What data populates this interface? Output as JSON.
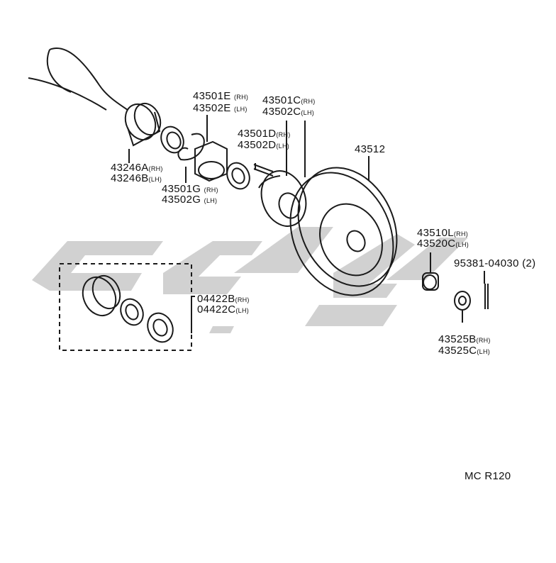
{
  "diagram": {
    "watermark_color": "#c9c9c9",
    "line_color": "#1a1a1a",
    "parts": [
      {
        "number": "43501E",
        "suffix": "(RH)"
      },
      {
        "number": "43502E",
        "suffix": "(LH)"
      },
      {
        "number": "43501C",
        "suffix": "(RH)"
      },
      {
        "number": "43502C",
        "suffix": "(LH)"
      },
      {
        "number": "43501D",
        "suffix": "(RH)"
      },
      {
        "number": "43502D",
        "suffix": "(LH)"
      },
      {
        "number": "43512",
        "suffix": ""
      },
      {
        "number": "43246A",
        "suffix": "(RH)"
      },
      {
        "number": "43246B",
        "suffix": "(LH)"
      },
      {
        "number": "43501G",
        "suffix": "(RH)"
      },
      {
        "number": "43502G",
        "suffix": "(LH)"
      },
      {
        "number": "43510L",
        "suffix": "(RH)"
      },
      {
        "number": "43520C",
        "suffix": "(LH)"
      },
      {
        "number": "95381-04030",
        "suffix": "(2)"
      },
      {
        "number": "04422B",
        "suffix": "(RH)"
      },
      {
        "number": "04422C",
        "suffix": "(LH)"
      },
      {
        "number": "43525B",
        "suffix": "(RH)"
      },
      {
        "number": "43525C",
        "suffix": "(LH)"
      }
    ],
    "figure_code": "MC R120"
  }
}
